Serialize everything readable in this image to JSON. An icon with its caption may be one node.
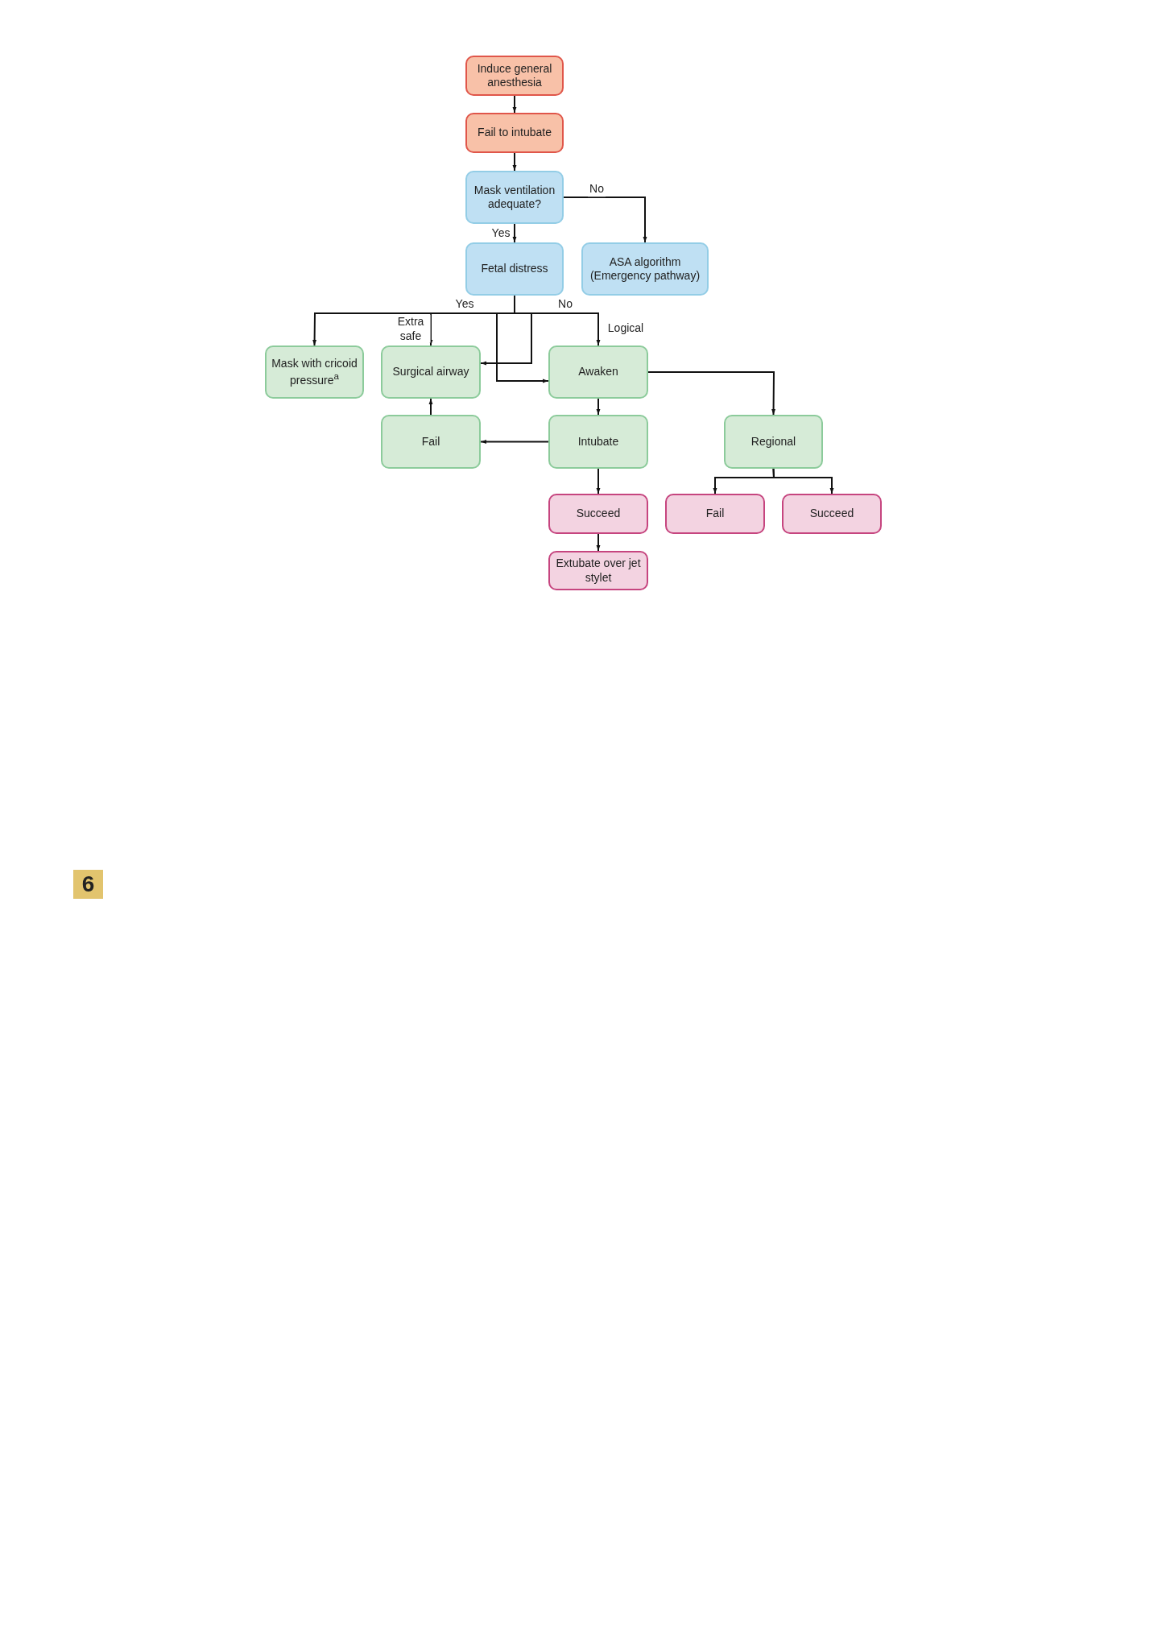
{
  "diagram": {
    "nodes": [
      {
        "text": [
          "Induce general anesthesia"
        ]
      },
      {
        "text": [
          "Fail to intubate"
        ]
      },
      {
        "text": [
          "Mask ventilation adequate?"
        ]
      },
      {
        "text": [
          "Fetal distress"
        ]
      },
      {
        "text": [
          "ASA algorithm (Emergency pathway)"
        ]
      },
      {
        "text": [
          "Mask with cricoid pressure$^{a}$"
        ]
      },
      {
        "text": [
          "Surgical airway"
        ]
      },
      {
        "text": [
          "Awaken"
        ]
      },
      {
        "text": [
          "Fail"
        ]
      },
      {
        "text": [
          "Intubate"
        ]
      },
      {
        "text": [
          "Regional"
        ]
      },
      {
        "text": [
          "Succeed"
        ]
      },
      {
        "text": [
          "Fail"
        ]
      },
      {
        "text": [
          "Succeed"
        ]
      },
      {
        "text": [
          "Extubate over jet stylet"
        ]
      }
    ],
    "edges": [
      {
        "from": 0,
        "to": 1,
        "arrow": "to"
      },
      {
        "from": 1,
        "to": 2,
        "arrow": "to"
      },
      {
        "from": 2,
        "to": 3,
        "arrow": "to",
        "label": "Yes"
      },
      {
        "from": 2,
        "to": 4,
        "arrow": "to",
        "label": "No"
      },
      {
        "from": 3,
        "to": 5,
        "arrow": "to"
      },
      {
        "from": 3,
        "to": 6,
        "arrow": "to",
        "label": "Extra safe"
      },
      {
        "from": 3,
        "to": 7,
        "arrow": "to",
        "label": "Logical"
      },
      {
        "from": 3,
        "to": 6,
        "arrow": "to"
      },
      {
        "from": 3,
        "to": 7,
        "arrow": "to"
      },
      {
        "from": 7,
        "to": 9,
        "arrow": "to"
      },
      {
        "from": 7,
        "to": 10,
        "arrow": "to"
      },
      {
        "from": 9,
        "to": 8,
        "arrow": "to"
      },
      {
        "from": 8,
        "to": 6,
        "arrow": "to"
      },
      {
        "from": 9,
        "to": 11,
        "arrow": "to"
      },
      {
        "from": 11,
        "to": 14,
        "arrow": "to"
      },
      {
        "from": 10,
        "to": 12,
        "arrow": "to"
      },
      {
        "from": 10,
        "to": 13,
        "arrow": "to"
      }
    ],
    "labels": [
      "Yes",
      "No",
      "6"
    ]
  }
}
